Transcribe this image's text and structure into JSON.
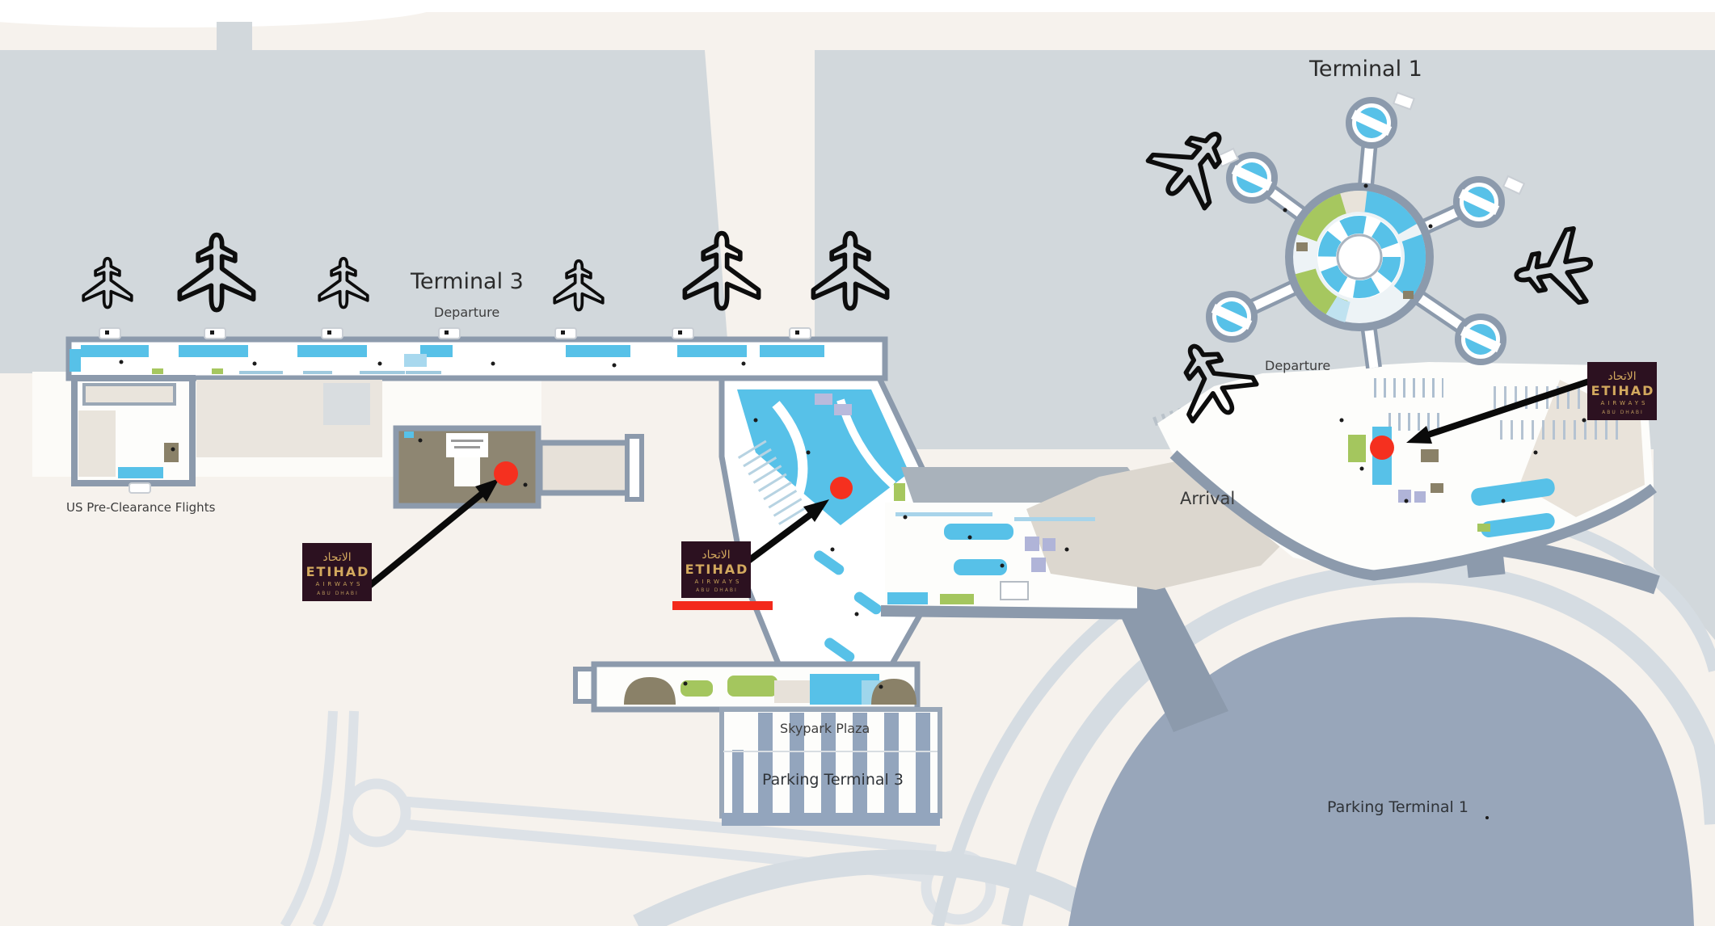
{
  "map": {
    "title_terminal1": "Terminal 1",
    "title_terminal3": "Terminal 3",
    "departure_t3": "Departure",
    "departure_t1": "Departure",
    "arrival": "Arrival",
    "us_preclearance": "US Pre-Clearance Flights",
    "skypark_plaza": "Skypark Plaza",
    "parking_terminal3": "Parking Terminal 3",
    "parking_terminal1": "Parking Terminal 1"
  },
  "etihad_logo": {
    "arabic": "الاتحاد",
    "brand": "ETIHAD",
    "sub": "AIRWAYS",
    "city": "ABU DHABI"
  },
  "markers": {
    "location_dot_count": 3,
    "airplane_icon_count": 9,
    "dot_color": "#f5301f",
    "underline_color": "#f3291b"
  },
  "colors": {
    "brand_maroon": "#2c1120",
    "brand_gold": "#d3a95e",
    "apron_gray": "#d2d8dc",
    "structure_gray": "#8c9aac",
    "terminal_cyan": "#57c1e8",
    "terminal_green": "#a6c75f",
    "parking_blob": "#98a6ba",
    "background_beige": "#f6f2ed"
  }
}
